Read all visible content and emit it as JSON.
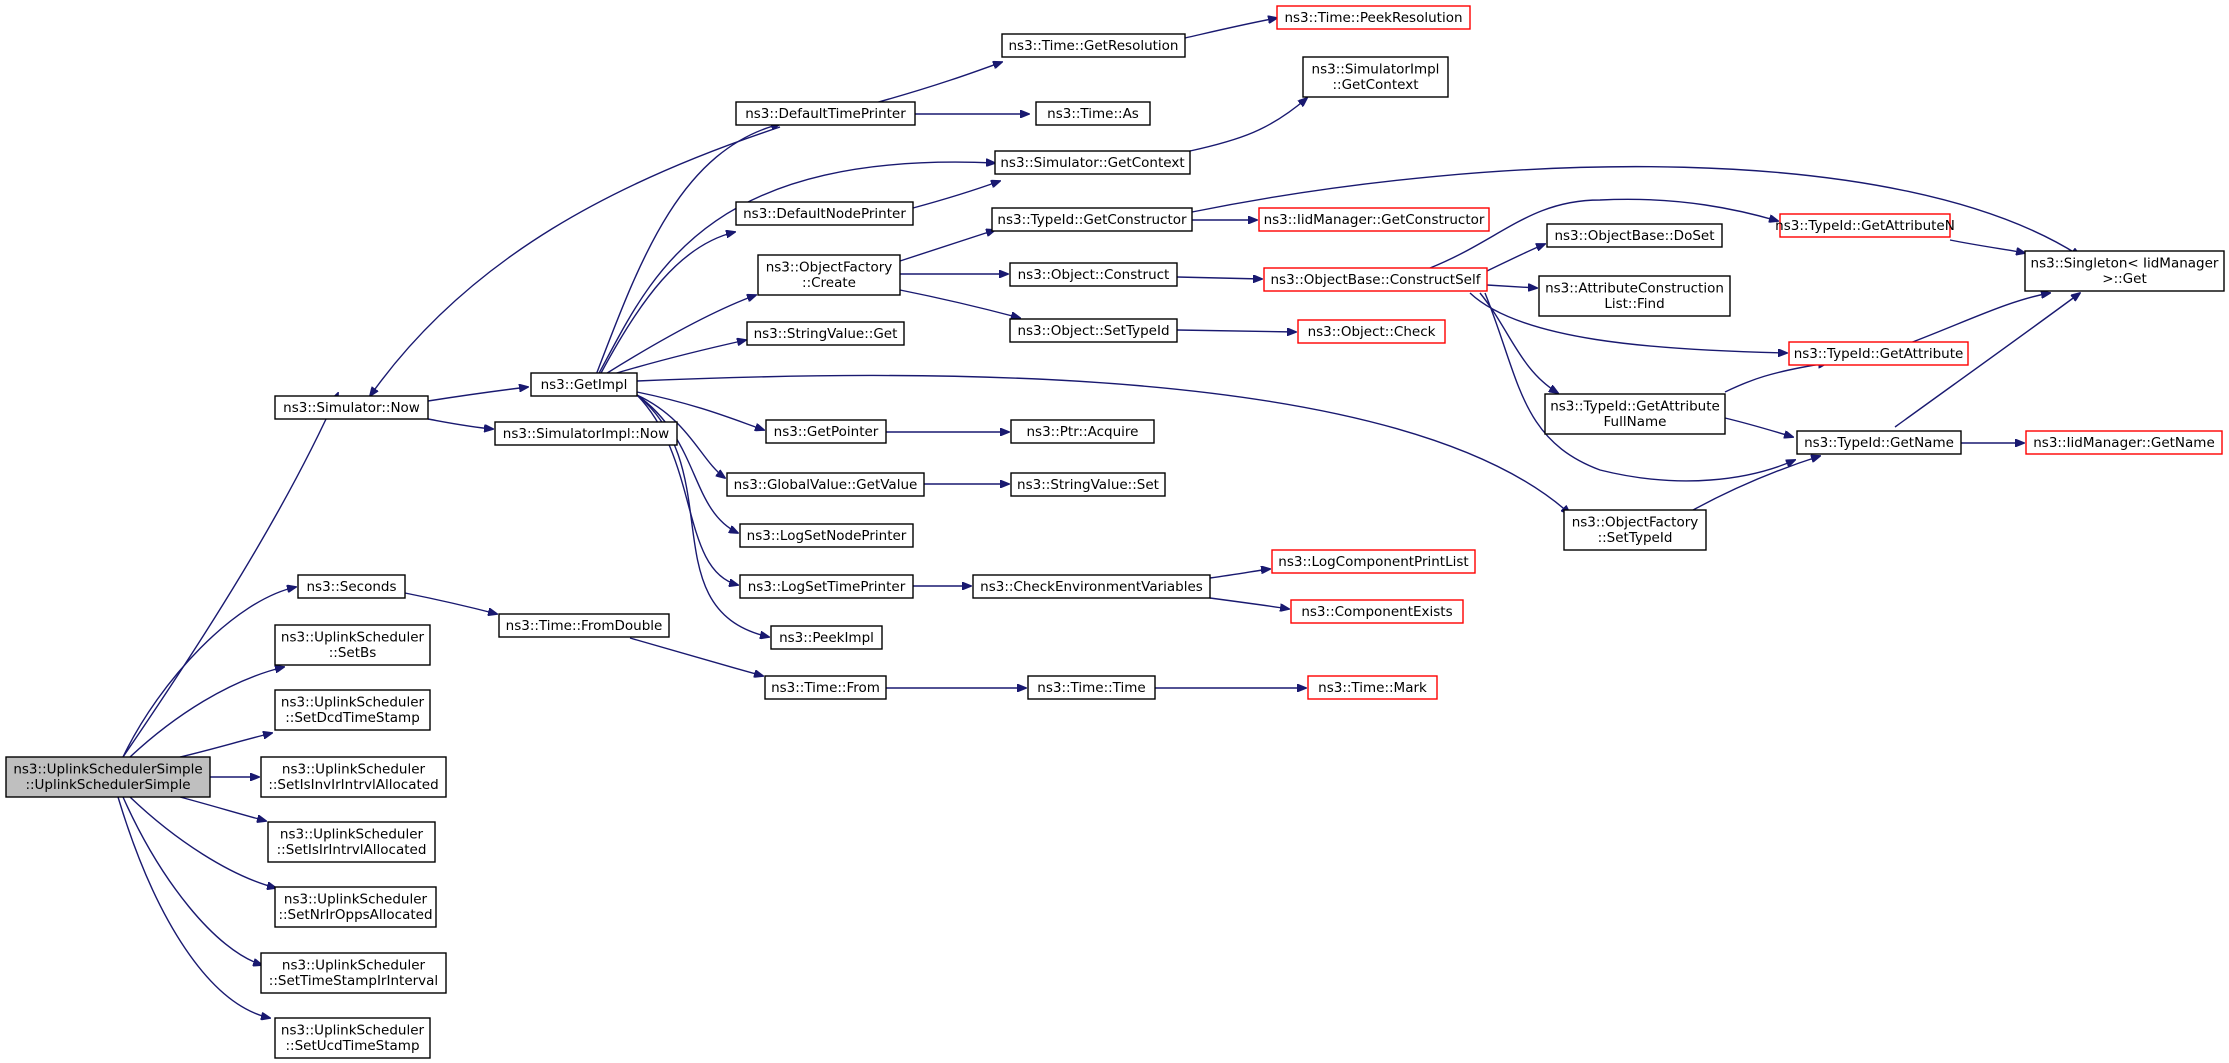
{
  "diagram": {
    "colors": {
      "edge": "#191970",
      "border": "#000000",
      "border_truncated": "#ff0000",
      "root_fill": "#bfbfbf",
      "node_fill": "#ffffff"
    },
    "nodes": {
      "root": {
        "lines": [
          "ns3::UplinkSchedulerSimple",
          "::UplinkSchedulerSimple"
        ]
      },
      "now": {
        "lines": [
          "ns3::Simulator::Now"
        ]
      },
      "seconds": {
        "lines": [
          "ns3::Seconds"
        ]
      },
      "setbs": {
        "lines": [
          "ns3::UplinkScheduler",
          "::SetBs"
        ]
      },
      "setdcd": {
        "lines": [
          "ns3::UplinkScheduler",
          "::SetDcdTimeStamp"
        ]
      },
      "setisinv": {
        "lines": [
          "ns3::UplinkScheduler",
          "::SetIsInvIrIntrvlAllocated"
        ]
      },
      "setisir": {
        "lines": [
          "ns3::UplinkScheduler",
          "::SetIsIrIntrvlAllocated"
        ]
      },
      "setnrir": {
        "lines": [
          "ns3::UplinkScheduler",
          "::SetNrIrOppsAllocated"
        ]
      },
      "settsir": {
        "lines": [
          "ns3::UplinkScheduler",
          "::SetTimeStampIrInterval"
        ]
      },
      "setucd": {
        "lines": [
          "ns3::UplinkScheduler",
          "::SetUcdTimeStamp"
        ]
      },
      "getimpl": {
        "lines": [
          "ns3::GetImpl"
        ]
      },
      "simimplnow": {
        "lines": [
          "ns3::SimulatorImpl::Now"
        ]
      },
      "fromdouble": {
        "lines": [
          "ns3::Time::FromDouble"
        ]
      },
      "from": {
        "lines": [
          "ns3::Time::From"
        ]
      },
      "timetime": {
        "lines": [
          "ns3::Time::Time"
        ]
      },
      "mark": {
        "lines": [
          "ns3::Time::Mark"
        ]
      },
      "deftimeprinter": {
        "lines": [
          "ns3::DefaultTimePrinter"
        ]
      },
      "defnodeprinter": {
        "lines": [
          "ns3::DefaultNodePrinter"
        ]
      },
      "ofcreate": {
        "lines": [
          "ns3::ObjectFactory",
          "::Create"
        ]
      },
      "strget": {
        "lines": [
          "ns3::StringValue::Get"
        ]
      },
      "getpointer": {
        "lines": [
          "ns3::GetPointer"
        ]
      },
      "gvgetvalue": {
        "lines": [
          "ns3::GlobalValue::GetValue"
        ]
      },
      "logsetnode": {
        "lines": [
          "ns3::LogSetNodePrinter"
        ]
      },
      "logsettime": {
        "lines": [
          "ns3::LogSetTimePrinter"
        ]
      },
      "peekimpl": {
        "lines": [
          "ns3::PeekImpl"
        ]
      },
      "getres": {
        "lines": [
          "ns3::Time::GetResolution"
        ]
      },
      "timeas": {
        "lines": [
          "ns3::Time::As"
        ]
      },
      "simgetctx": {
        "lines": [
          "ns3::Simulator::GetContext"
        ]
      },
      "tidgetctor": {
        "lines": [
          "ns3::TypeId::GetConstructor"
        ]
      },
      "objconstruct": {
        "lines": [
          "ns3::Object::Construct"
        ]
      },
      "objsettid": {
        "lines": [
          "ns3::Object::SetTypeId"
        ]
      },
      "ptracquire": {
        "lines": [
          "ns3::Ptr::Acquire"
        ]
      },
      "strset": {
        "lines": [
          "ns3::StringValue::Set"
        ]
      },
      "checkenv": {
        "lines": [
          "ns3::CheckEnvironmentVariables"
        ]
      },
      "peekres": {
        "lines": [
          "ns3::Time::PeekResolution"
        ]
      },
      "simimplgetctx": {
        "lines": [
          "ns3::SimulatorImpl",
          "::GetContext"
        ]
      },
      "iidgetctor": {
        "lines": [
          "ns3::IidManager::GetConstructor"
        ]
      },
      "obconstructself": {
        "lines": [
          "ns3::ObjectBase::ConstructSelf"
        ]
      },
      "objcheck": {
        "lines": [
          "ns3::Object::Check"
        ]
      },
      "logcompprint": {
        "lines": [
          "ns3::LogComponentPrintList"
        ]
      },
      "compexists": {
        "lines": [
          "ns3::ComponentExists"
        ]
      },
      "obdoset": {
        "lines": [
          "ns3::ObjectBase::DoSet"
        ]
      },
      "acfind": {
        "lines": [
          "ns3::AttributeConstruction",
          "List::Find"
        ]
      },
      "tidgetattrfull": {
        "lines": [
          "ns3::TypeId::GetAttribute",
          "FullName"
        ]
      },
      "ofsettid": {
        "lines": [
          "ns3::ObjectFactory",
          "::SetTypeId"
        ]
      },
      "tidgetattrn": {
        "lines": [
          "ns3::TypeId::GetAttributeN"
        ]
      },
      "tidgetattr": {
        "lines": [
          "ns3::TypeId::GetAttribute"
        ]
      },
      "tidgetname": {
        "lines": [
          "ns3::TypeId::GetName"
        ]
      },
      "singletonget": {
        "lines": [
          "ns3::Singleton< IidManager",
          ">::Get"
        ]
      },
      "iidgetname": {
        "lines": [
          "ns3::IidManager::GetName"
        ]
      }
    }
  }
}
